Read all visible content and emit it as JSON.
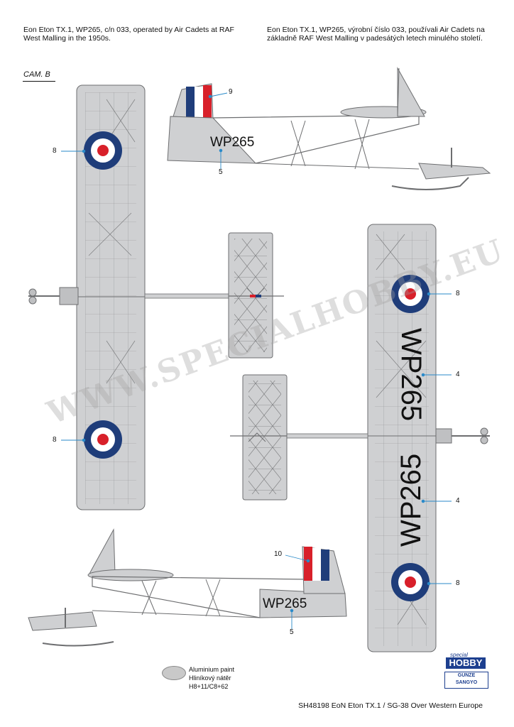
{
  "header": {
    "english": "Eon Eton TX.1, WP265, c/n 033, operated by Air Cadets at RAF\nWest Malling in the 1950s.",
    "czech": "Eon Eton TX.1, WP265, výrobní číslo 033, používali Air Cadets na\nzákladně RAF West Malling v padesátých letech minulého století."
  },
  "camouflage_label": "CAM. B",
  "serial": "WP265",
  "callouts": {
    "c9": "9",
    "c5_top": "5",
    "c8_top_left": "8",
    "c8_bottom_left": "8",
    "c8_right_top": "8",
    "c4_right_upper": "4",
    "c4_right_lower": "4",
    "c8_right_bottom": "8",
    "c10": "10",
    "c5_bottom": "5"
  },
  "paint": {
    "name_en": "Aluminium paint",
    "name_cz": "Hliníkový nátěr",
    "codes": "H8+11/C8+62",
    "color": "#c9c9c9"
  },
  "footer": "SH48198  EoN Eton TX.1 / SG-38 Over Western Europe",
  "logo": {
    "special": "special",
    "hobby": "HOBBY",
    "gunze": "GUNZE",
    "sangyo": "SANGYO"
  },
  "watermark": "WWW.SPECIALHOBBY.EU",
  "colors": {
    "aircraft": "#cfd0d2",
    "outline": "#6d6e70",
    "roundel_blue": "#1f3d7a",
    "roundel_red": "#d8202a",
    "callout_line": "#2a8ac9"
  }
}
